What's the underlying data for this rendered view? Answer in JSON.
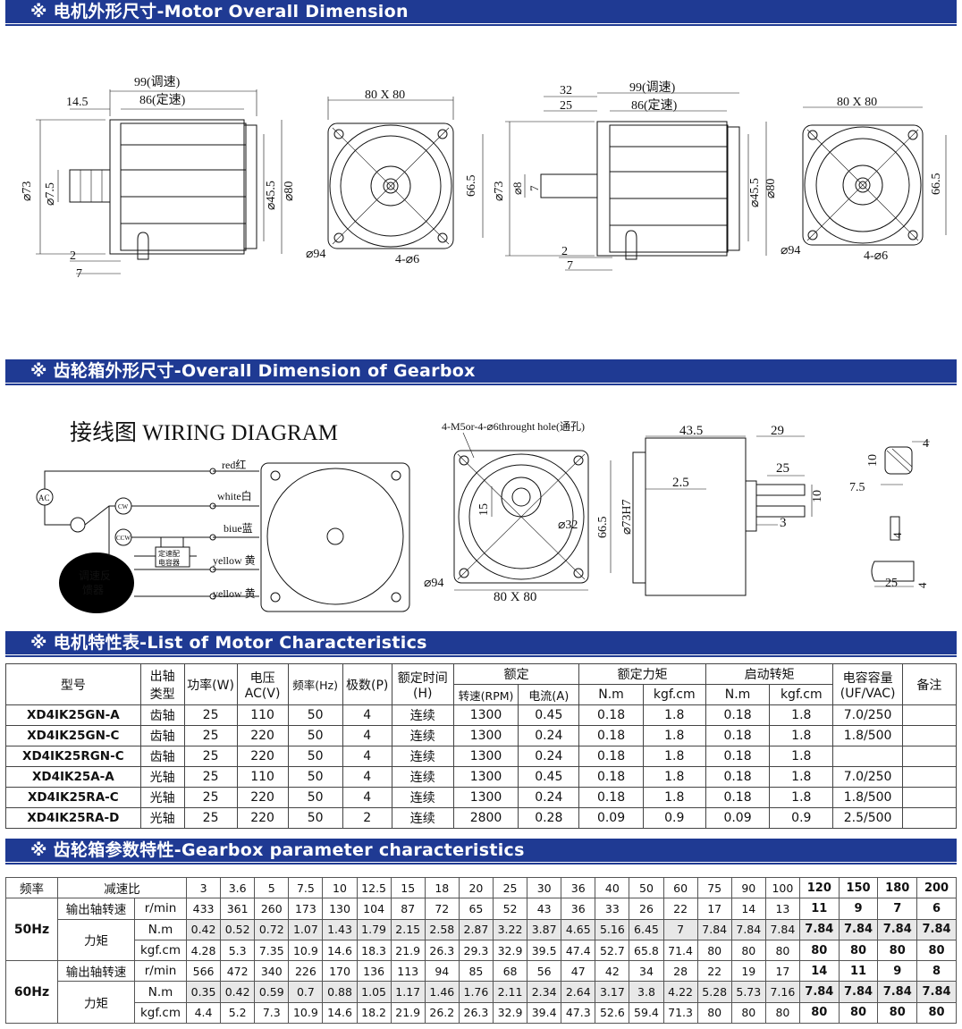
{
  "sections": {
    "motor_dimension": "※ 电机外形尺寸-Motor Overall Dimension",
    "gearbox_dimension": "※ 齿轮箱外形尺寸-Overall Dimension of Gearbox",
    "motor_characteristics": "※ 电机特性表-List of Motor Characteristics",
    "gearbox_parameters": "※ 齿轮箱参数特性-Gearbox parameter characteristics"
  },
  "drawing1": {
    "d99": "99(调速)",
    "d86": "86(定速)",
    "d14_5": "14.5",
    "d73": "⌀73",
    "d7_5": "⌀7.5",
    "d45_5": "⌀45.5",
    "d80": "⌀80",
    "d2": "2",
    "d7": "7",
    "d80x80": "80 X 80",
    "d66_5": "66.5",
    "d94": "⌀94",
    "d4_6": "4-⌀6"
  },
  "drawing2": {
    "d32": "32",
    "d25": "25",
    "d99": "99(调速)",
    "d86": "86(定速)",
    "d73": "⌀73",
    "d8": "⌀8",
    "d7": "7",
    "d45_5": "⌀45.5",
    "d80": "⌀80",
    "d2": "2",
    "d7b": "7",
    "d80x80": "80 X 80",
    "d66_5": "66.5",
    "d94": "⌀94",
    "d4_6": "4-⌀6"
  },
  "wiring": {
    "title": "接线图 WIRING DIAGRAM",
    "ac": "AC",
    "cw": "CW",
    "ccw": "CCW",
    "red": "red红",
    "white": "white白",
    "blue": "biue蓝",
    "yellow1": "yellow 黄",
    "yellow2": "yellow 黄",
    "capacitor": [
      "定速配",
      "电容器"
    ],
    "feedback": [
      "调速反",
      "馈器"
    ]
  },
  "gearbox_drawing": {
    "hole_note": "4-M5or-4-⌀6throught hole(通孔)",
    "d15": "15",
    "d32": "⌀32",
    "d66_5": "66.5",
    "d94": "⌀94",
    "d80x80": "80 X 80",
    "d43_5": "43.5",
    "d29": "29",
    "d25": "25",
    "d2_5": "2.5",
    "d73h7": "⌀73H7",
    "d10": "10",
    "d3": "3",
    "d4": "4",
    "d10b": "10",
    "d7_5": "7.5",
    "d4b": "4",
    "d25b": "25",
    "d4c": "4"
  },
  "motor_table": {
    "headers": {
      "model": "型号",
      "shaft": [
        "出轴",
        "类型"
      ],
      "power": "功率(W)",
      "voltage": [
        "电压",
        "AC(V)"
      ],
      "freq": "频率(Hz)",
      "poles": "极数(P)",
      "rated_time": [
        "额定时间",
        "(H)"
      ],
      "rated": "额定",
      "speed": "转速(RPM)",
      "current": "电流(A)",
      "rated_torque": "额定力矩",
      "start_torque": "启动转矩",
      "nm": "N.m",
      "kgf": "kgf.cm",
      "nm2": "N.m",
      "kgf2": "kgf.cm",
      "cap": [
        "电容容量",
        "(UF/VAC)"
      ],
      "note": "备注"
    },
    "rows": [
      [
        "XD4IK25GN-A",
        "齿轴",
        "25",
        "110",
        "50",
        "4",
        "连续",
        "1300",
        "0.45",
        "0.18",
        "1.8",
        "0.18",
        "1.8",
        "7.0/250",
        ""
      ],
      [
        "XD4IK25GN-C",
        "齿轴",
        "25",
        "220",
        "50",
        "4",
        "连续",
        "1300",
        "0.24",
        "0.18",
        "1.8",
        "0.18",
        "1.8",
        "1.8/500",
        ""
      ],
      [
        "XD4IK25RGN-C",
        "齿轴",
        "25",
        "220",
        "50",
        "4",
        "连续",
        "1300",
        "0.24",
        "0.18",
        "1.8",
        "0.18",
        "1.8",
        "",
        ""
      ],
      [
        "XD4IK25A-A",
        "光轴",
        "25",
        "110",
        "50",
        "4",
        "连续",
        "1300",
        "0.45",
        "0.18",
        "1.8",
        "0.18",
        "1.8",
        "7.0/250",
        ""
      ],
      [
        "XD4IK25RA-C",
        "光轴",
        "25",
        "220",
        "50",
        "4",
        "连续",
        "1300",
        "0.24",
        "0.18",
        "1.8",
        "0.18",
        "1.8",
        "1.8/500",
        ""
      ],
      [
        "XD4IK25RA-D",
        "光轴",
        "25",
        "220",
        "50",
        "2",
        "连续",
        "2800",
        "0.28",
        "0.09",
        "0.9",
        "0.09",
        "0.9",
        "2.5/500",
        ""
      ]
    ]
  },
  "gear_table": {
    "freq_label": "频率",
    "ratio_label": "减速比",
    "ratios": [
      "3",
      "3.6",
      "5",
      "7.5",
      "10",
      "12.5",
      "15",
      "18",
      "20",
      "25",
      "30",
      "36",
      "40",
      "50",
      "60",
      "75",
      "90",
      "100",
      "120",
      "150",
      "180",
      "200"
    ],
    "hz50": "50Hz",
    "hz60": "60Hz",
    "speed_label": "输出轴转速",
    "torque_label": "力矩",
    "u_rmin": "r/min",
    "u_nm": "N.m",
    "u_kgf": "kgf.cm",
    "r50_speed": [
      "433",
      "361",
      "260",
      "173",
      "130",
      "104",
      "87",
      "72",
      "65",
      "52",
      "43",
      "36",
      "33",
      "26",
      "22",
      "17",
      "14",
      "13",
      "11",
      "9",
      "7",
      "6"
    ],
    "r50_nm": [
      "0.42",
      "0.52",
      "0.72",
      "1.07",
      "1.43",
      "1.79",
      "2.15",
      "2.58",
      "2.87",
      "3.22",
      "3.87",
      "4.65",
      "5.16",
      "6.45",
      "7",
      "7.84",
      "7.84",
      "7.84",
      "7.84",
      "7.84",
      "7.84",
      "7.84"
    ],
    "r50_kgf": [
      "4.28",
      "5.3",
      "7.35",
      "10.9",
      "14.6",
      "18.3",
      "21.9",
      "26.3",
      "29.3",
      "32.9",
      "39.5",
      "47.4",
      "52.7",
      "65.8",
      "71.4",
      "80",
      "80",
      "80",
      "80",
      "80",
      "80",
      "80"
    ],
    "r60_speed": [
      "566",
      "472",
      "340",
      "226",
      "170",
      "136",
      "113",
      "94",
      "85",
      "68",
      "56",
      "47",
      "42",
      "34",
      "28",
      "22",
      "19",
      "17",
      "14",
      "11",
      "9",
      "8"
    ],
    "r60_nm": [
      "0.35",
      "0.42",
      "0.59",
      "0.7",
      "0.88",
      "1.05",
      "1.17",
      "1.46",
      "1.76",
      "2.11",
      "2.34",
      "2.64",
      "3.17",
      "3.8",
      "4.22",
      "5.28",
      "5.73",
      "7.16",
      "7.84",
      "7.84",
      "7.84",
      "7.84"
    ],
    "r60_kgf": [
      "4.4",
      "5.2",
      "7.3",
      "10.9",
      "14.6",
      "18.2",
      "21.9",
      "26.2",
      "26.3",
      "32.9",
      "39.4",
      "47.3",
      "52.6",
      "59.4",
      "71.3",
      "80",
      "80",
      "80",
      "80",
      "80",
      "80",
      "80"
    ]
  }
}
